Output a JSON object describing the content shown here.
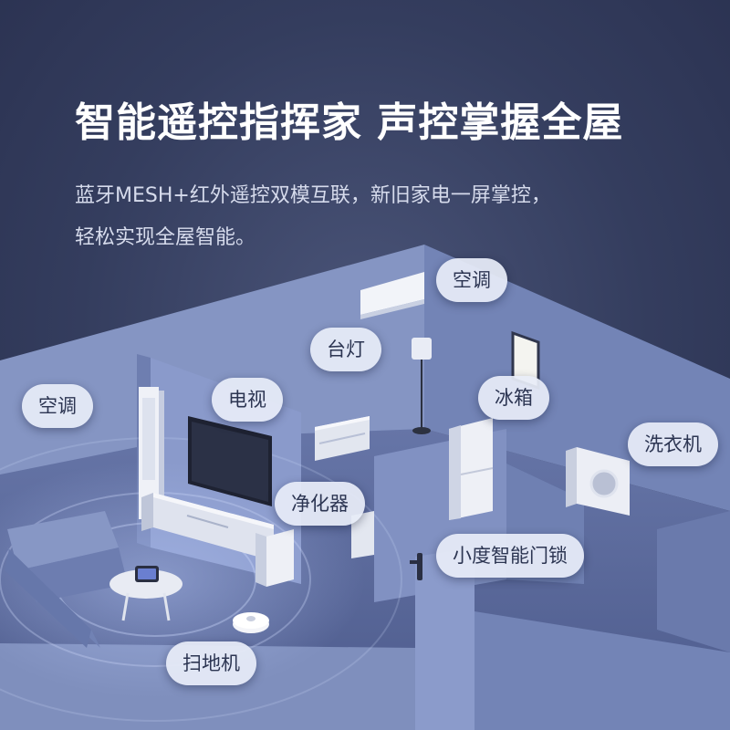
{
  "headline": "智能遥控指挥家 声控掌握全屋",
  "subtitle_line1": "蓝牙MESH+红外遥控双模互联，新旧家电一屏掌控，",
  "subtitle_line2": "轻松实现全屋智能。",
  "labels": {
    "ac_wall": "空调",
    "lamp": "台灯",
    "ac_floor": "空调",
    "tv": "电视",
    "fridge": "冰箱",
    "washer": "洗衣机",
    "purifier": "净化器",
    "lock": "小度智能门锁",
    "robot": "扫地机"
  },
  "colors": {
    "background": "#343d5e",
    "wall": "#7f8fbd",
    "floor": "#5b6a9c",
    "tag_bg": "#e7ecf7",
    "tag_text": "#2c3552"
  }
}
